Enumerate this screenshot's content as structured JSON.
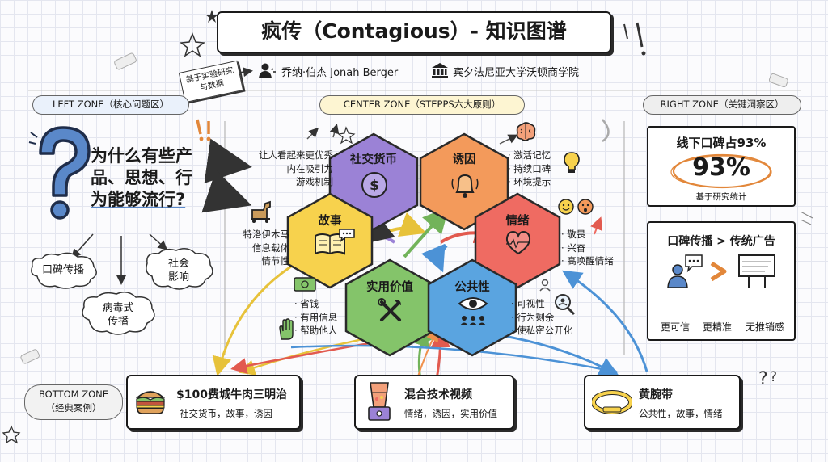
{
  "header": {
    "title": "疯传（Contagious）- 知识图谱",
    "tag_note": "基于实验研究与数据",
    "author": "乔纳·伯杰 Jonah Berger",
    "institution": "宾夕法尼亚大学沃顿商学院"
  },
  "zones": {
    "left": "LEFT ZONE（核心问题区）",
    "center": "CENTER ZONE（STEPPS六大原则）",
    "right": "RIGHT ZONE（关键洞察区）",
    "bottom_line1": "BOTTOM ZONE",
    "bottom_line2": "（经典案例）"
  },
  "left": {
    "question_line1": "为什么有些产",
    "question_line2": "品、思想、行",
    "question_line3": "为能够流行?",
    "bubbles": [
      {
        "line1": "口碑传播",
        "line2": ""
      },
      {
        "line1": "病毒式",
        "line2": "传播"
      },
      {
        "line1": "社会",
        "line2": "影响"
      }
    ]
  },
  "stepps": {
    "social_currency": {
      "label": "社交货币",
      "color": "#9b82d6",
      "notes": [
        "让人看起来更优秀",
        "内在吸引力",
        "游戏机制"
      ]
    },
    "triggers": {
      "label": "诱因",
      "color": "#f39a5b",
      "notes": [
        "· 激活记忆",
        "· 持续口碑",
        "· 环境提示"
      ]
    },
    "stories": {
      "label": "故事",
      "color": "#f7d24d",
      "notes": [
        "特洛伊木马",
        "信息载体",
        "情节性"
      ]
    },
    "emotion": {
      "label": "情绪",
      "color": "#ef6b62",
      "notes": [
        "· 敬畏",
        "· 兴奋",
        "· 高唤醒情绪"
      ]
    },
    "practical_value": {
      "label": "实用价值",
      "color": "#84c46a",
      "notes": [
        "· 省钱",
        "· 有用信息",
        "· 帮助他人"
      ]
    },
    "public": {
      "label": "公共性",
      "color": "#5aa4e0",
      "notes": [
        "· 可视性",
        "· 行为剩余",
        "· 使私密公开化"
      ]
    }
  },
  "right": {
    "stat_title": "线下口碑占93%",
    "stat_value": "93%",
    "stat_note": "基于研究统计",
    "compare_title": "口碑传播 > 传统广告",
    "compare_items": [
      "更可信",
      "更精准",
      "无推销感"
    ]
  },
  "cases": [
    {
      "title": "$100费城牛肉三明治",
      "tags": "社交货币，故事，诱因",
      "icon": "sandwich-icon"
    },
    {
      "title": "混合技术视频",
      "tags": "情绪，诱因，实用价值",
      "icon": "blender-icon"
    },
    {
      "title": "黄腕带",
      "tags": "公共性，故事，情绪",
      "icon": "wristband-icon"
    }
  ]
}
